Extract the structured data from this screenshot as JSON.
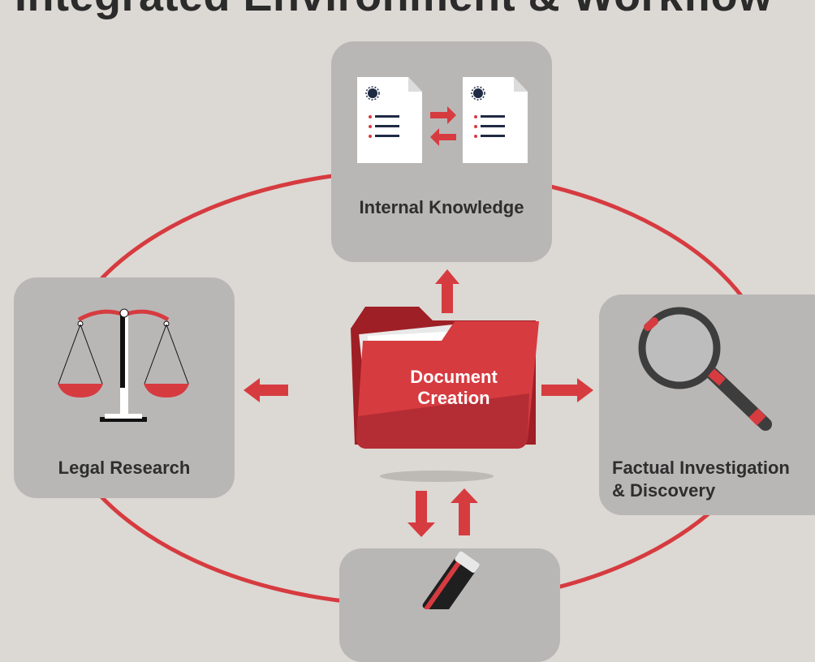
{
  "title": "Integrated Environment & Workflow",
  "center": {
    "label_line1": "Document",
    "label_line2": "Creation",
    "icon": "folder-icon"
  },
  "nodes": {
    "internal_knowledge": {
      "label": "Internal Knowledge",
      "icon": "document-exchange-icon"
    },
    "legal_research": {
      "label": "Legal Research",
      "icon": "scales-of-justice-icon"
    },
    "factual_investigation": {
      "label_line1": "Factual Investigation",
      "label_line2": "& Discovery",
      "icon": "magnifying-glass-icon"
    },
    "bottom_node": {
      "label": "",
      "icon": "pen-icon"
    }
  },
  "colors": {
    "accent_red": "#d63b40",
    "card_gray": "#b9b7b6",
    "background": "#dcd8d3",
    "dark_text": "#2e2e2e"
  }
}
